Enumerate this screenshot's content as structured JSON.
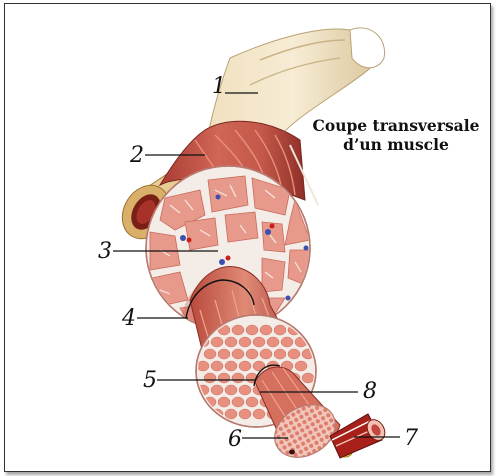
{
  "title": {
    "line1": "Coupe transversale",
    "line2": "d’un muscle"
  },
  "labels": [
    "1",
    "2",
    "3",
    "4",
    "5",
    "6",
    "7",
    "8"
  ],
  "colors": {
    "tendon": "#e9dcc0",
    "muscle": "#c8574a",
    "fascicle": "#e79a8c",
    "perimysium": "#f4ece6",
    "fiber": "#f2b2a4",
    "bone": "#e6c98e",
    "marrow": "#7a1f16",
    "vessel_red": "#c4221b",
    "vessel_blue": "#3a4fb0"
  }
}
